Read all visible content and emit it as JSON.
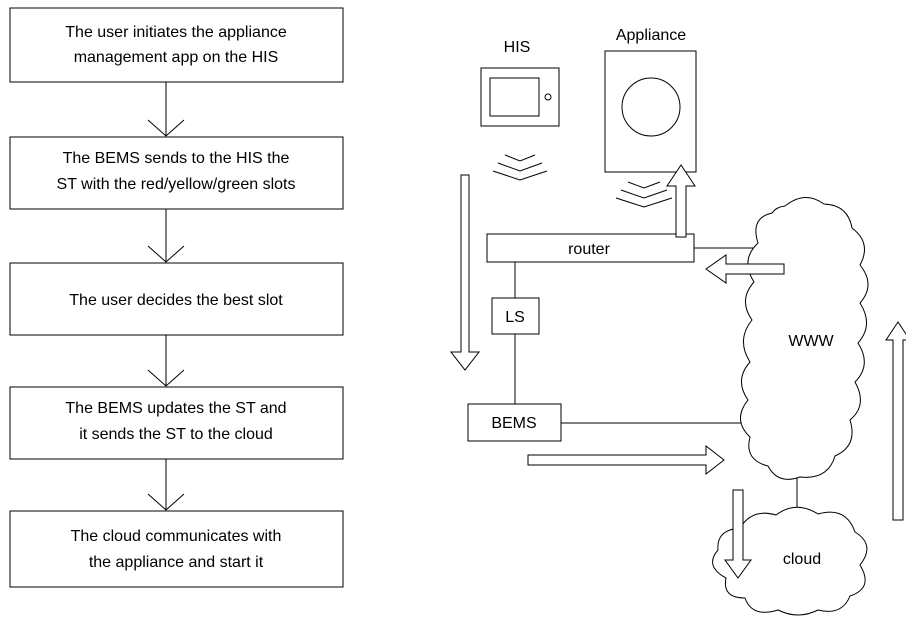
{
  "flowchart": {
    "steps": [
      {
        "line1": "The user initiates the appliance",
        "line2": "management app on the HIS"
      },
      {
        "line1": "The BEMS sends to the HIS the",
        "line2": "ST  with the red/yellow/green slots"
      },
      {
        "line1": "The user decides the best slot",
        "line2": ""
      },
      {
        "line1": "The BEMS updates the ST and",
        "line2": "it sends the ST to the cloud"
      },
      {
        "line1": "The cloud communicates with",
        "line2": "the appliance and start it"
      }
    ]
  },
  "network": {
    "his_label": "HIS",
    "appliance_label": "Appliance",
    "router_label": "router",
    "ls_label": "LS",
    "bems_label": "BEMS",
    "www_label": "WWW",
    "cloud_label": "cloud"
  }
}
